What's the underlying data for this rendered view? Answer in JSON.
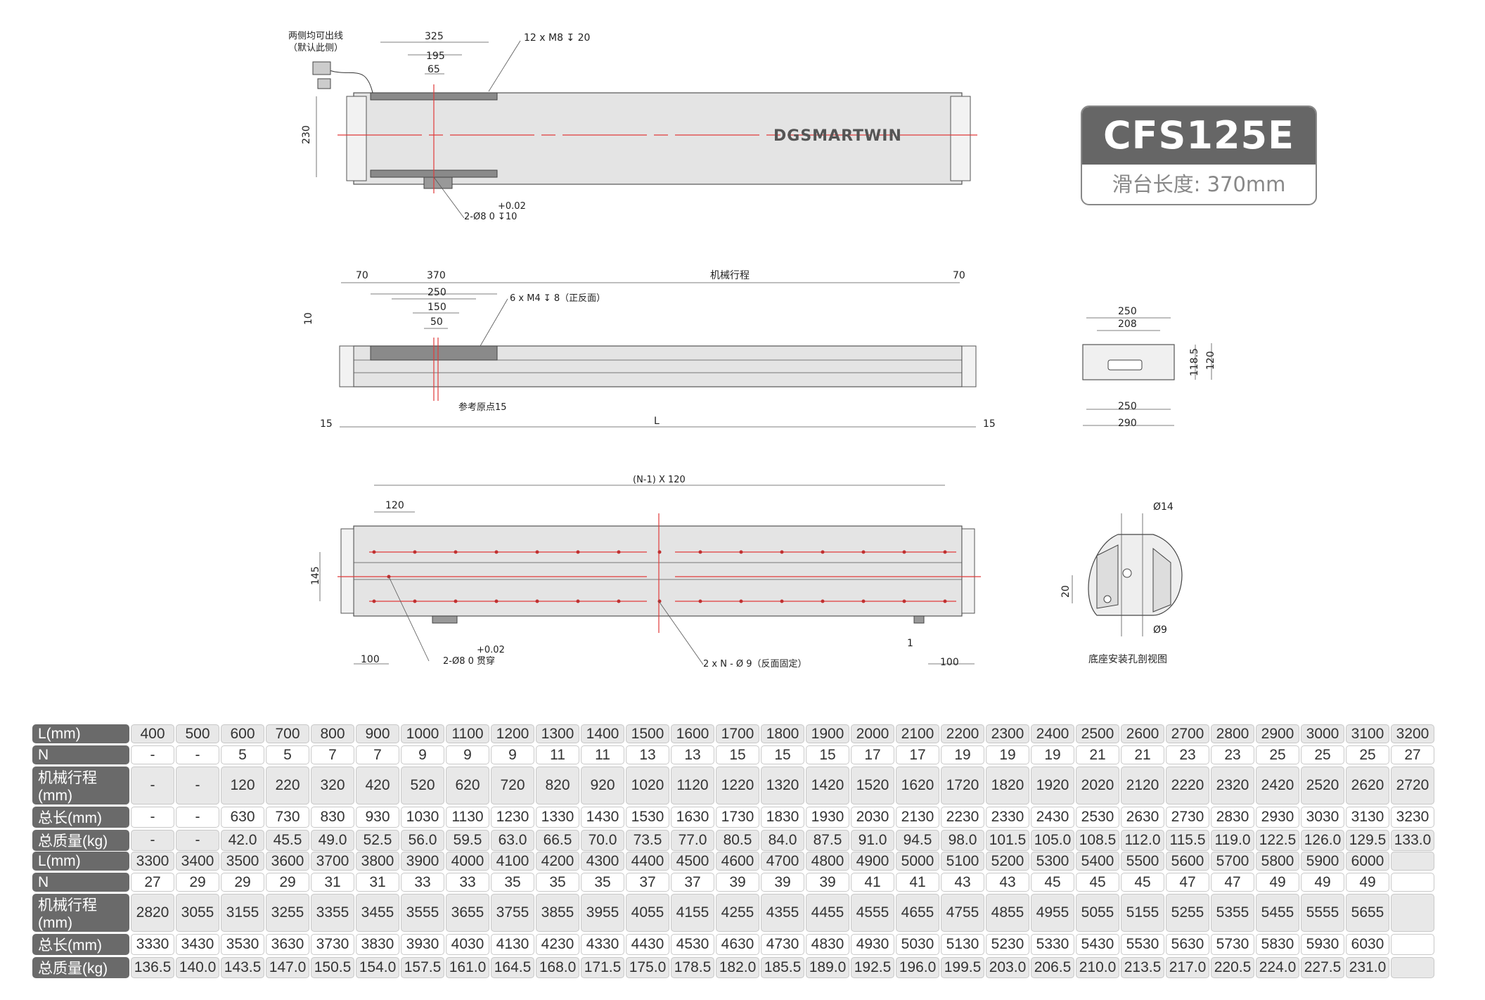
{
  "badge": {
    "model": "CFS125E",
    "subtitle": "滑台长度: 370mm"
  },
  "drawing": {
    "top_view": {
      "cable_note_1": "两侧均可出线",
      "cable_note_2": "（默认此侧）",
      "dim_325": "325",
      "dim_195": "195",
      "dim_65": "65",
      "tap_note": "12 x M8 ↧ 20",
      "dim_230": "230",
      "brand": "DGSMARTWIN",
      "pin_tol": "+0.02",
      "pin_note": "2-Ø8  0   ↧10"
    },
    "side_view": {
      "dim_70_left": "70",
      "dim_370": "370",
      "dim_250": "250",
      "dim_150": "150",
      "dim_50": "50",
      "stroke_label": "机械行程",
      "dim_70_right": "70",
      "tap_note": "6 x M4 ↧ 8（正反面）",
      "dim_10": "10",
      "origin_note": "参考原点15",
      "dim_15_left": "15",
      "dim_L": "L",
      "dim_15_right": "15"
    },
    "end_view": {
      "dim_250_top": "250",
      "dim_208": "208",
      "dim_118_5": "118.5",
      "dim_120": "120",
      "dim_250_bottom": "250",
      "dim_290": "290"
    },
    "bottom_view": {
      "pitch_note": "(N-1) X 120",
      "dim_120": "120",
      "dim_145": "145",
      "pin_tol": "+0.02",
      "pin_note": "2-Ø8  0    贯穿",
      "hole_note": "2 x N - Ø 9（反面固定）",
      "dim_100_left": "100",
      "dim_1": "1",
      "dim_100_right": "100"
    },
    "section_view": {
      "dia_14": "Ø14",
      "dia_9": "Ø9",
      "dim_20": "20",
      "caption": "底座安装孔剖视图"
    }
  },
  "table1": {
    "headers": [
      "L(mm)",
      "N",
      "机械行程(mm)",
      "总长(mm)",
      "总质量(kg)"
    ],
    "rows": [
      [
        "400",
        "500",
        "600",
        "700",
        "800",
        "900",
        "1000",
        "1100",
        "1200",
        "1300",
        "1400",
        "1500",
        "1600",
        "1700",
        "1800",
        "1900",
        "2000",
        "2100",
        "2200",
        "2300",
        "2400",
        "2500",
        "2600",
        "2700",
        "2800",
        "2900",
        "3000",
        "3100",
        "3200"
      ],
      [
        "-",
        "-",
        "5",
        "5",
        "7",
        "7",
        "9",
        "9",
        "9",
        "11",
        "11",
        "13",
        "13",
        "15",
        "15",
        "15",
        "17",
        "17",
        "19",
        "19",
        "19",
        "21",
        "21",
        "23",
        "23",
        "25",
        "25",
        "25",
        "27"
      ],
      [
        "-",
        "-",
        "120",
        "220",
        "320",
        "420",
        "520",
        "620",
        "720",
        "820",
        "920",
        "1020",
        "1120",
        "1220",
        "1320",
        "1420",
        "1520",
        "1620",
        "1720",
        "1820",
        "1920",
        "2020",
        "2120",
        "2220",
        "2320",
        "2420",
        "2520",
        "2620",
        "2720"
      ],
      [
        "-",
        "-",
        "630",
        "730",
        "830",
        "930",
        "1030",
        "1130",
        "1230",
        "1330",
        "1430",
        "1530",
        "1630",
        "1730",
        "1830",
        "1930",
        "2030",
        "2130",
        "2230",
        "2330",
        "2430",
        "2530",
        "2630",
        "2730",
        "2830",
        "2930",
        "3030",
        "3130",
        "3230"
      ],
      [
        "-",
        "-",
        "42.0",
        "45.5",
        "49.0",
        "52.5",
        "56.0",
        "59.5",
        "63.0",
        "66.5",
        "70.0",
        "73.5",
        "77.0",
        "80.5",
        "84.0",
        "87.5",
        "91.0",
        "94.5",
        "98.0",
        "101.5",
        "105.0",
        "108.5",
        "112.0",
        "115.5",
        "119.0",
        "122.5",
        "126.0",
        "129.5",
        "133.0"
      ]
    ]
  },
  "table2": {
    "headers": [
      "L(mm)",
      "N",
      "机械行程(mm)",
      "总长(mm)",
      "总质量(kg)"
    ],
    "rows": [
      [
        "3300",
        "3400",
        "3500",
        "3600",
        "3700",
        "3800",
        "3900",
        "4000",
        "4100",
        "4200",
        "4300",
        "4400",
        "4500",
        "4600",
        "4700",
        "4800",
        "4900",
        "5000",
        "5100",
        "5200",
        "5300",
        "5400",
        "5500",
        "5600",
        "5700",
        "5800",
        "5900",
        "6000",
        ""
      ],
      [
        "27",
        "29",
        "29",
        "29",
        "31",
        "31",
        "33",
        "33",
        "35",
        "35",
        "35",
        "37",
        "37",
        "39",
        "39",
        "39",
        "41",
        "41",
        "43",
        "43",
        "45",
        "45",
        "45",
        "47",
        "47",
        "49",
        "49",
        "49",
        ""
      ],
      [
        "2820",
        "3055",
        "3155",
        "3255",
        "3355",
        "3455",
        "3555",
        "3655",
        "3755",
        "3855",
        "3955",
        "4055",
        "4155",
        "4255",
        "4355",
        "4455",
        "4555",
        "4655",
        "4755",
        "4855",
        "4955",
        "5055",
        "5155",
        "5255",
        "5355",
        "5455",
        "5555",
        "5655",
        ""
      ],
      [
        "3330",
        "3430",
        "3530",
        "3630",
        "3730",
        "3830",
        "3930",
        "4030",
        "4130",
        "4230",
        "4330",
        "4430",
        "4530",
        "4630",
        "4730",
        "4830",
        "4930",
        "5030",
        "5130",
        "5230",
        "5330",
        "5430",
        "5530",
        "5630",
        "5730",
        "5830",
        "5930",
        "6030",
        ""
      ],
      [
        "136.5",
        "140.0",
        "143.5",
        "147.0",
        "150.5",
        "154.0",
        "157.5",
        "161.0",
        "164.5",
        "168.0",
        "171.5",
        "175.0",
        "178.5",
        "182.0",
        "185.5",
        "189.0",
        "192.5",
        "196.0",
        "199.5",
        "203.0",
        "206.5",
        "210.0",
        "213.5",
        "217.0",
        "220.5",
        "224.0",
        "227.5",
        "231.0",
        ""
      ]
    ]
  }
}
